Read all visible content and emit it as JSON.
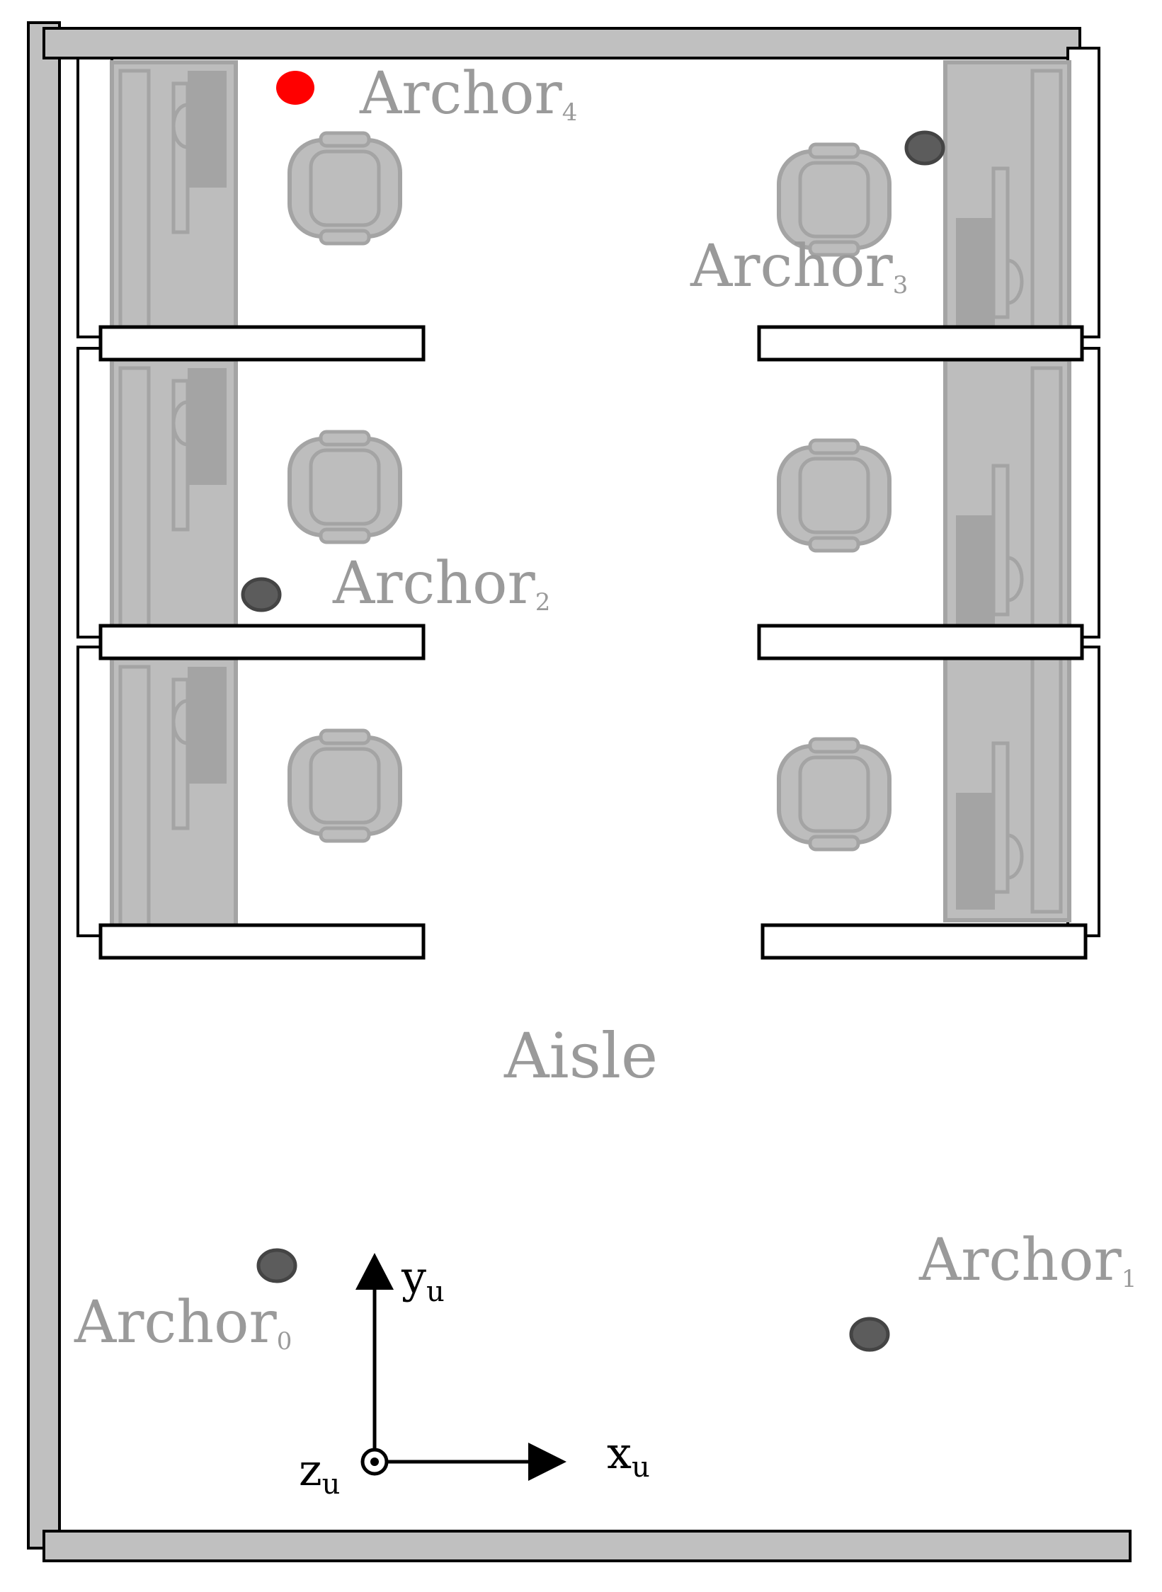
{
  "colors": {
    "wall_fill": "#c0c0c0",
    "wall_stroke": "#000000",
    "furniture": "#a4a4a4",
    "furniture_light": "#bdbdbd",
    "label": "#9a9a9a",
    "anchor": "#5c5c5c",
    "active_anchor": "#ff0000",
    "axis": "#000000"
  },
  "anchors": [
    {
      "base": "Archor",
      "index": "0",
      "active": false
    },
    {
      "base": "Archor",
      "index": "1",
      "active": false
    },
    {
      "base": "Archor",
      "index": "2",
      "active": false
    },
    {
      "base": "Archor",
      "index": "3",
      "active": false
    },
    {
      "base": "Archor",
      "index": "4",
      "active": true
    }
  ],
  "aisle_label": "Aisle",
  "axes": {
    "x": {
      "base": "x",
      "sub": "u"
    },
    "y": {
      "base": "y",
      "sub": "u"
    },
    "z": {
      "base": "z",
      "sub": "u"
    }
  }
}
